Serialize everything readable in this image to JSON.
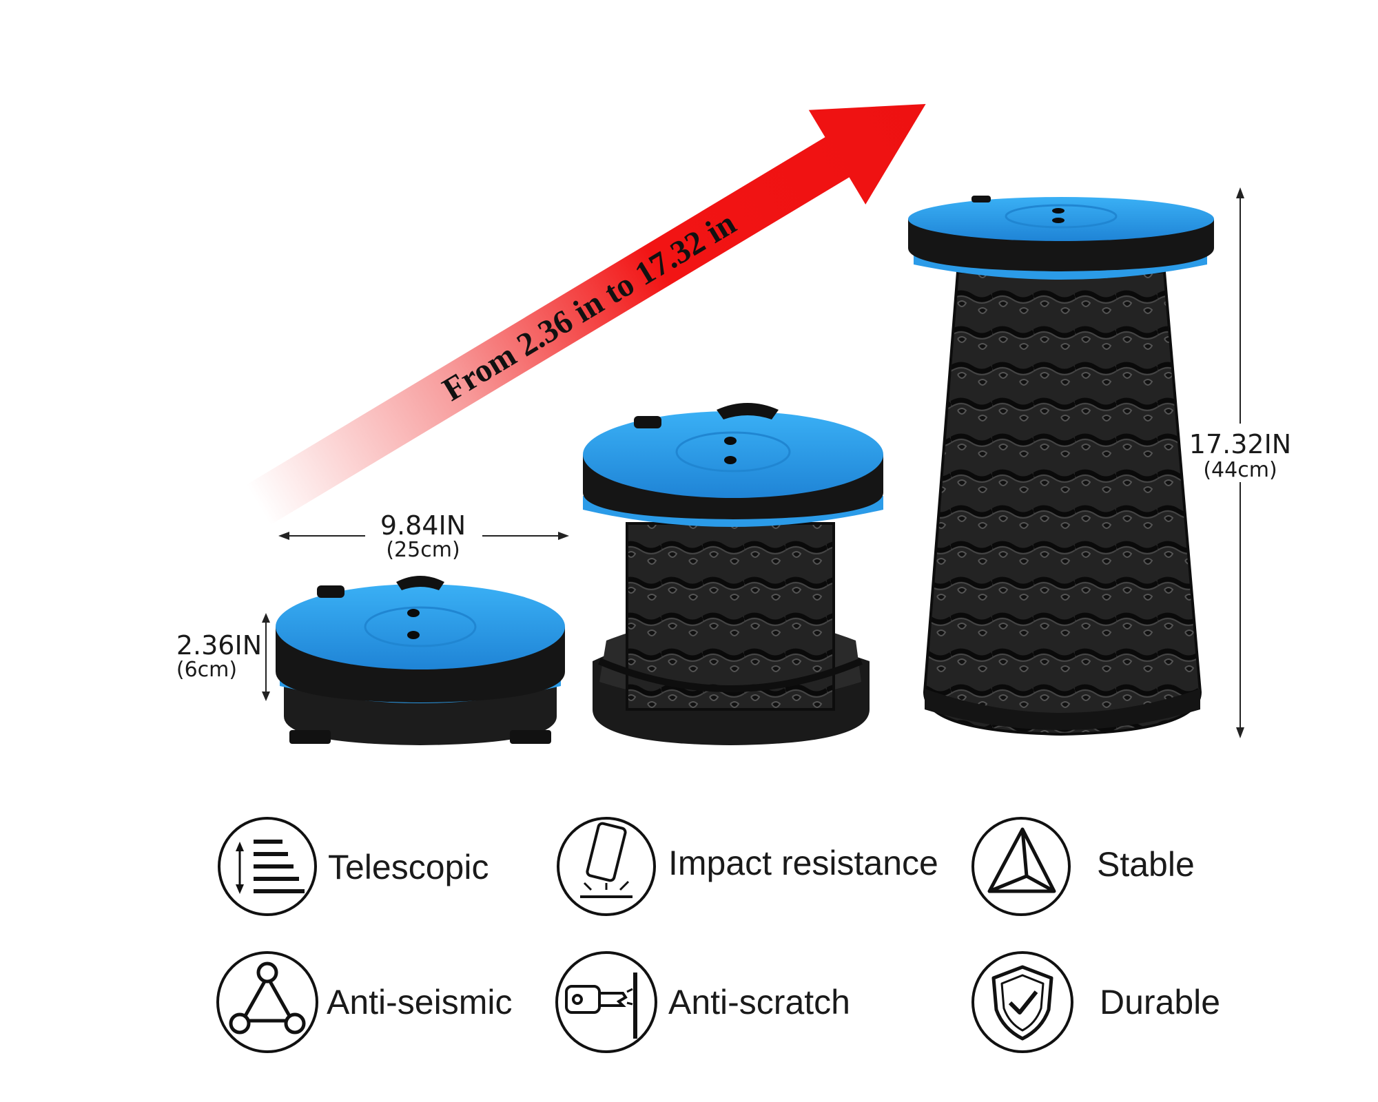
{
  "banner": {
    "text": "From 2.36 in to 17.32 in",
    "arrow_color": "#f21414"
  },
  "dimensions": {
    "width_in": "9.84IN",
    "width_cm": "(25cm)",
    "collapsed_height_in": "2.36IN",
    "collapsed_height_cm": "(6cm)",
    "extended_height_in": "17.32IN",
    "extended_height_cm": "(44cm)"
  },
  "colors": {
    "seat_blue": "#2b9be8",
    "body_black": "#1c1c1c"
  },
  "features": [
    {
      "label": "Telescopic",
      "icon": "telescopic-icon"
    },
    {
      "label": "Impact resistance",
      "icon": "impact-icon"
    },
    {
      "label": "Stable",
      "icon": "pyramid-icon"
    },
    {
      "label": "Anti-seismic",
      "icon": "triangle-nodes-icon"
    },
    {
      "label": "Anti-scratch",
      "icon": "key-scratch-icon"
    },
    {
      "label": "Durable",
      "icon": "shield-check-icon"
    }
  ]
}
